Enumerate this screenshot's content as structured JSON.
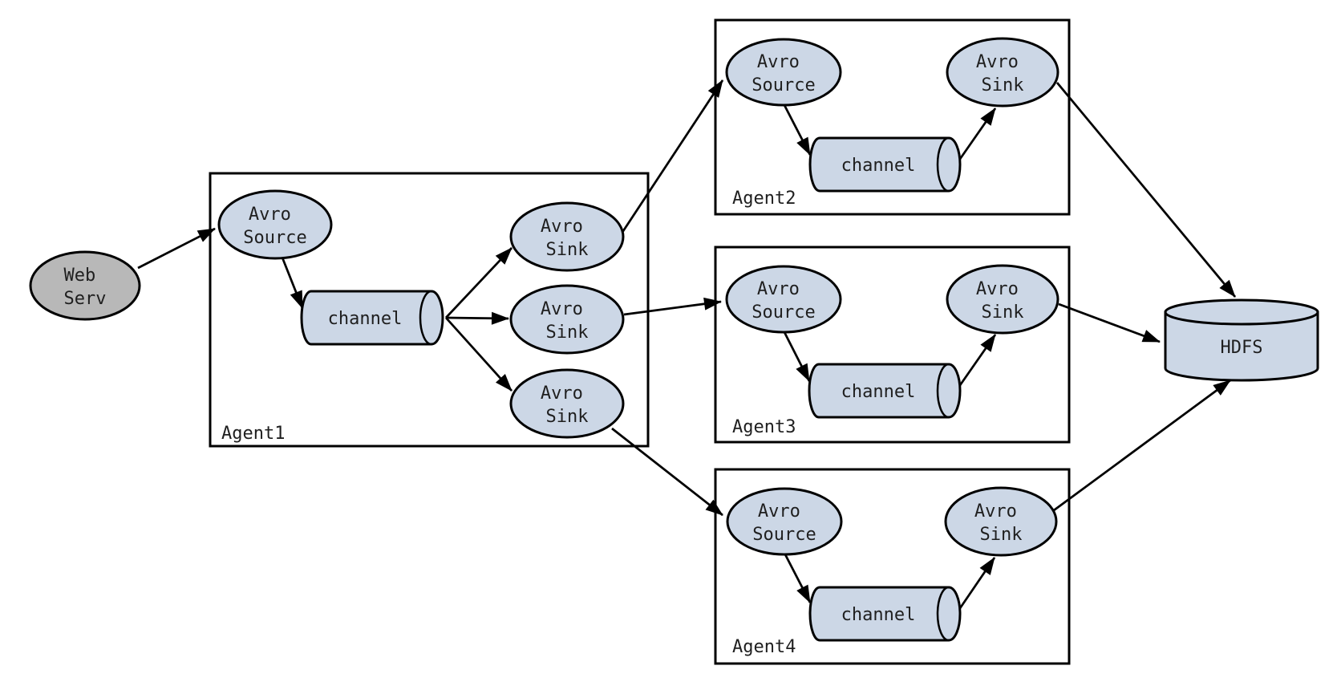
{
  "diagram": {
    "background": "#ffffff",
    "colors": {
      "node_fill": "#ccd7e6",
      "external_node_fill": "#b8b8b8",
      "line_color": "#000000",
      "text_color": "#1f1f1f"
    },
    "external": {
      "line1": "Web",
      "line2": "Serv"
    },
    "hdfs": {
      "label": "HDFS"
    },
    "agents": [
      {
        "label": "Agent1",
        "source": {
          "line1": "Avro",
          "line2": "Source"
        },
        "channel_label": "channel",
        "sinks": [
          {
            "line1": "Avro",
            "line2": "Sink"
          },
          {
            "line1": "Avro",
            "line2": "Sink"
          },
          {
            "line1": "Avro",
            "line2": "Sink"
          }
        ]
      },
      {
        "label": "Agent2",
        "source": {
          "line1": "Avro",
          "line2": "Source"
        },
        "channel_label": "channel",
        "sinks": [
          {
            "line1": "Avro",
            "line2": "Sink"
          }
        ]
      },
      {
        "label": "Agent3",
        "source": {
          "line1": "Avro",
          "line2": "Source"
        },
        "channel_label": "channel",
        "sinks": [
          {
            "line1": "Avro",
            "line2": "Sink"
          }
        ]
      },
      {
        "label": "Agent4",
        "source": {
          "line1": "Avro",
          "line2": "Source"
        },
        "channel_label": "channel",
        "sinks": [
          {
            "line1": "Avro",
            "line2": "Sink"
          }
        ]
      }
    ]
  }
}
